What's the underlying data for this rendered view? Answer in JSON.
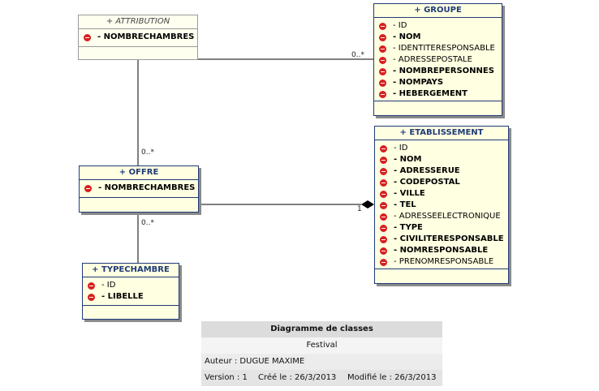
{
  "classes": {
    "attribution": {
      "title": "+ ATTRIBUTION",
      "attrs": [
        "- NOMBRECHAMBRES"
      ]
    },
    "groupe": {
      "title": "+ GROUPE",
      "attrs": [
        "- ID",
        "- NOM",
        "- IDENTITERESPONSABLE",
        "- ADRESSEPOSTALE",
        "- NOMBREPERSONNES",
        "- NOMPAYS",
        "- HEBERGEMENT"
      ]
    },
    "etablissement": {
      "title": "+ ETABLISSEMENT",
      "attrs": [
        "- ID",
        "- NOM",
        "- ADRESSERUE",
        "- CODEPOSTAL",
        "- VILLE",
        "- TEL",
        "- ADRESSEELECTRONIQUE",
        "- TYPE",
        "- CIVILITERESPONSABLE",
        "- NOMRESPONSABLE",
        "- PRENOMRESPONSABLE"
      ]
    },
    "offre": {
      "title": "+ OFFRE",
      "attrs": [
        "- NOMBRECHAMBRES"
      ]
    },
    "typechambre": {
      "title": "+ TYPECHAMBRE",
      "attrs": [
        "- ID",
        "- LIBELLE"
      ]
    }
  },
  "multiplicities": {
    "attribution_groupe": "0..*",
    "attribution_offre": "0..*",
    "offre_typechambre": "0..*",
    "offre_etablissement": "1"
  },
  "title_block": {
    "title": "Diagramme de classes",
    "project": "Festival",
    "author": "Auteur : DUGUE MAXIME",
    "version": "Version : 1",
    "created": "Créé le : 26/3/2013",
    "modified": "Modifié le : 26/3/2013"
  }
}
